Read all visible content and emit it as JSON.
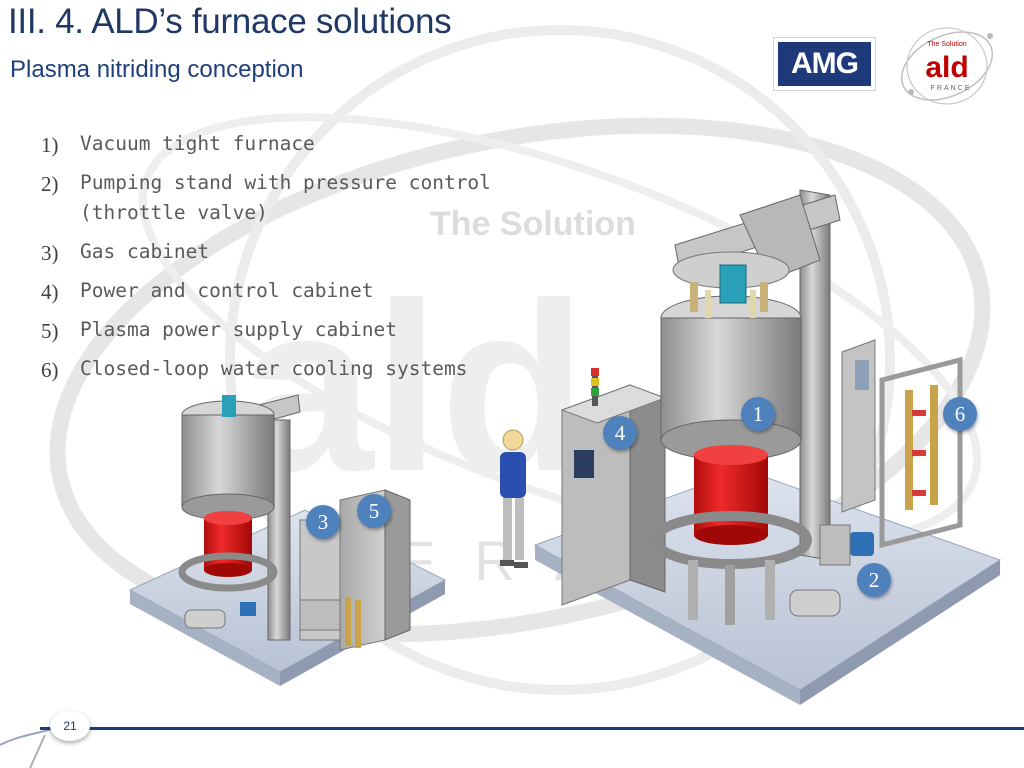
{
  "slide": {
    "title": "III. 4. ALD’s furnace solutions",
    "subtitle": "Plasma nitriding conception",
    "page_number": "21"
  },
  "logos": {
    "amg": "AMG",
    "ald": "ald",
    "ald_tagline": "The Solution",
    "ald_country": "FRANCE"
  },
  "watermark": {
    "tagline": "The Solution",
    "country": "FRANCE"
  },
  "components": [
    {
      "num": "1)",
      "label": "Vacuum tight furnace",
      "cont": ""
    },
    {
      "num": "2)",
      "label": "Pumping stand with pressure control",
      "cont": "(throttle valve)"
    },
    {
      "num": "3)",
      "label": "Gas cabinet",
      "cont": ""
    },
    {
      "num": "4)",
      "label": "Power and control cabinet",
      "cont": ""
    },
    {
      "num": "5)",
      "label": "Plasma power supply cabinet",
      "cont": ""
    },
    {
      "num": "6)",
      "label": "Closed-loop water cooling systems",
      "cont": ""
    }
  ],
  "callouts": {
    "c1": "1",
    "c2": "2",
    "c3": "3",
    "c4": "4",
    "c5": "5",
    "c6": "6"
  },
  "colors": {
    "title": "#1f3864",
    "badge": "#4f81bd",
    "furnace_red": "#e31b1b",
    "footer_line": "#1e3a7b"
  }
}
